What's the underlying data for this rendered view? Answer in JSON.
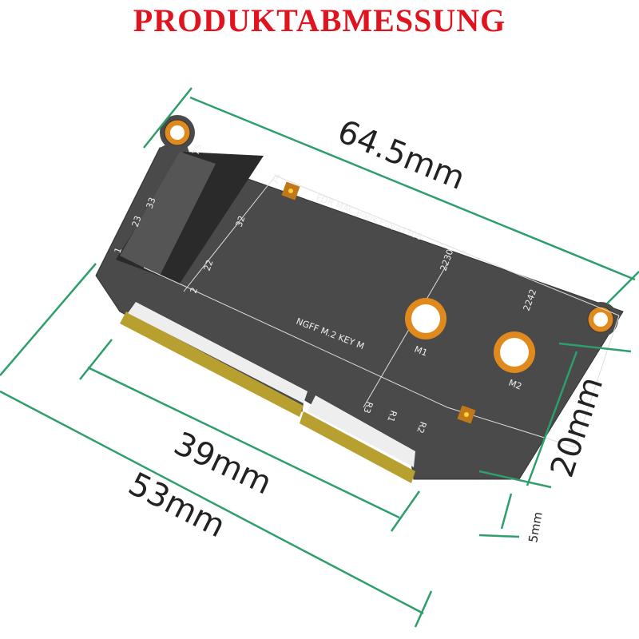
{
  "title": "PRODUKTABMESSUNG",
  "dimensions": {
    "length": "64.5mm",
    "connector_width": "39mm",
    "board_width": "53mm",
    "height": "20mm",
    "finger": "5mm"
  },
  "silkscreen": {
    "model": "FDR MAC Book Pro/A1708",
    "interface": "NGFF M.2 KEY M",
    "size1": "2230",
    "size2": "2242",
    "hole1": "M1",
    "hole2": "M2",
    "pin74": "74",
    "pin75": "75",
    "pin32": "32",
    "pin22": "22",
    "pin2": "2",
    "pin1": "1",
    "pin23": "23",
    "pin33": "33",
    "r1": "R1",
    "r2": "R2",
    "r3": "R3"
  },
  "colors": {
    "title": "#e0141e",
    "dim_line": "#2e9e6a",
    "board": "#4a4a4a",
    "gold": "#b8a030",
    "ring": "#e08a1e"
  }
}
